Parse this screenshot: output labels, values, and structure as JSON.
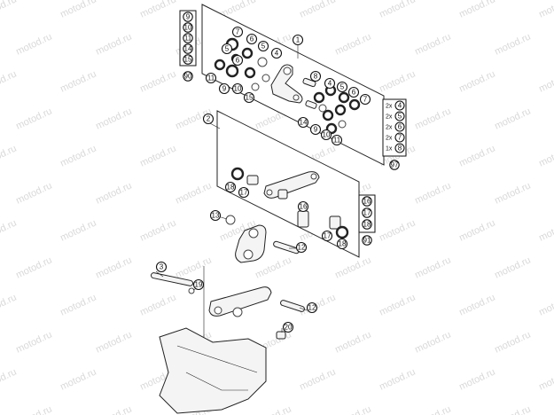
{
  "diagram": {
    "watermark_text": "motod.ru",
    "colors": {
      "line": "#222222",
      "watermark": "#d9d9d9",
      "background": "#ffffff"
    },
    "callouts_top_left_column": [
      "9",
      "10",
      "11",
      "14",
      "15"
    ],
    "callouts_top_left_ref": "90",
    "callouts_mid_right_column": [
      "16",
      "17",
      "18"
    ],
    "callouts_mid_right_ref": "91",
    "kit_list": [
      {
        "qty": "2x",
        "num": "4"
      },
      {
        "qty": "2x",
        "num": "5"
      },
      {
        "qty": "2x",
        "num": "6"
      },
      {
        "qty": "2x",
        "num": "7"
      },
      {
        "qty": "1x",
        "num": "8"
      }
    ],
    "kit_ref": "97",
    "group_labels": {
      "upper_kit": "1",
      "lower_kit": "2"
    },
    "upper_kit_callouts": [
      "7",
      "6",
      "5",
      "4",
      "5",
      "6",
      "11",
      "9",
      "10",
      "15",
      "8",
      "4",
      "5",
      "6",
      "7",
      "14",
      "9",
      "10",
      "11"
    ],
    "lower_kit_callouts": [
      "18",
      "17",
      "16",
      "17",
      "18"
    ],
    "linkage_callouts": [
      "13",
      "12",
      "3",
      "19",
      "12",
      "20"
    ]
  }
}
